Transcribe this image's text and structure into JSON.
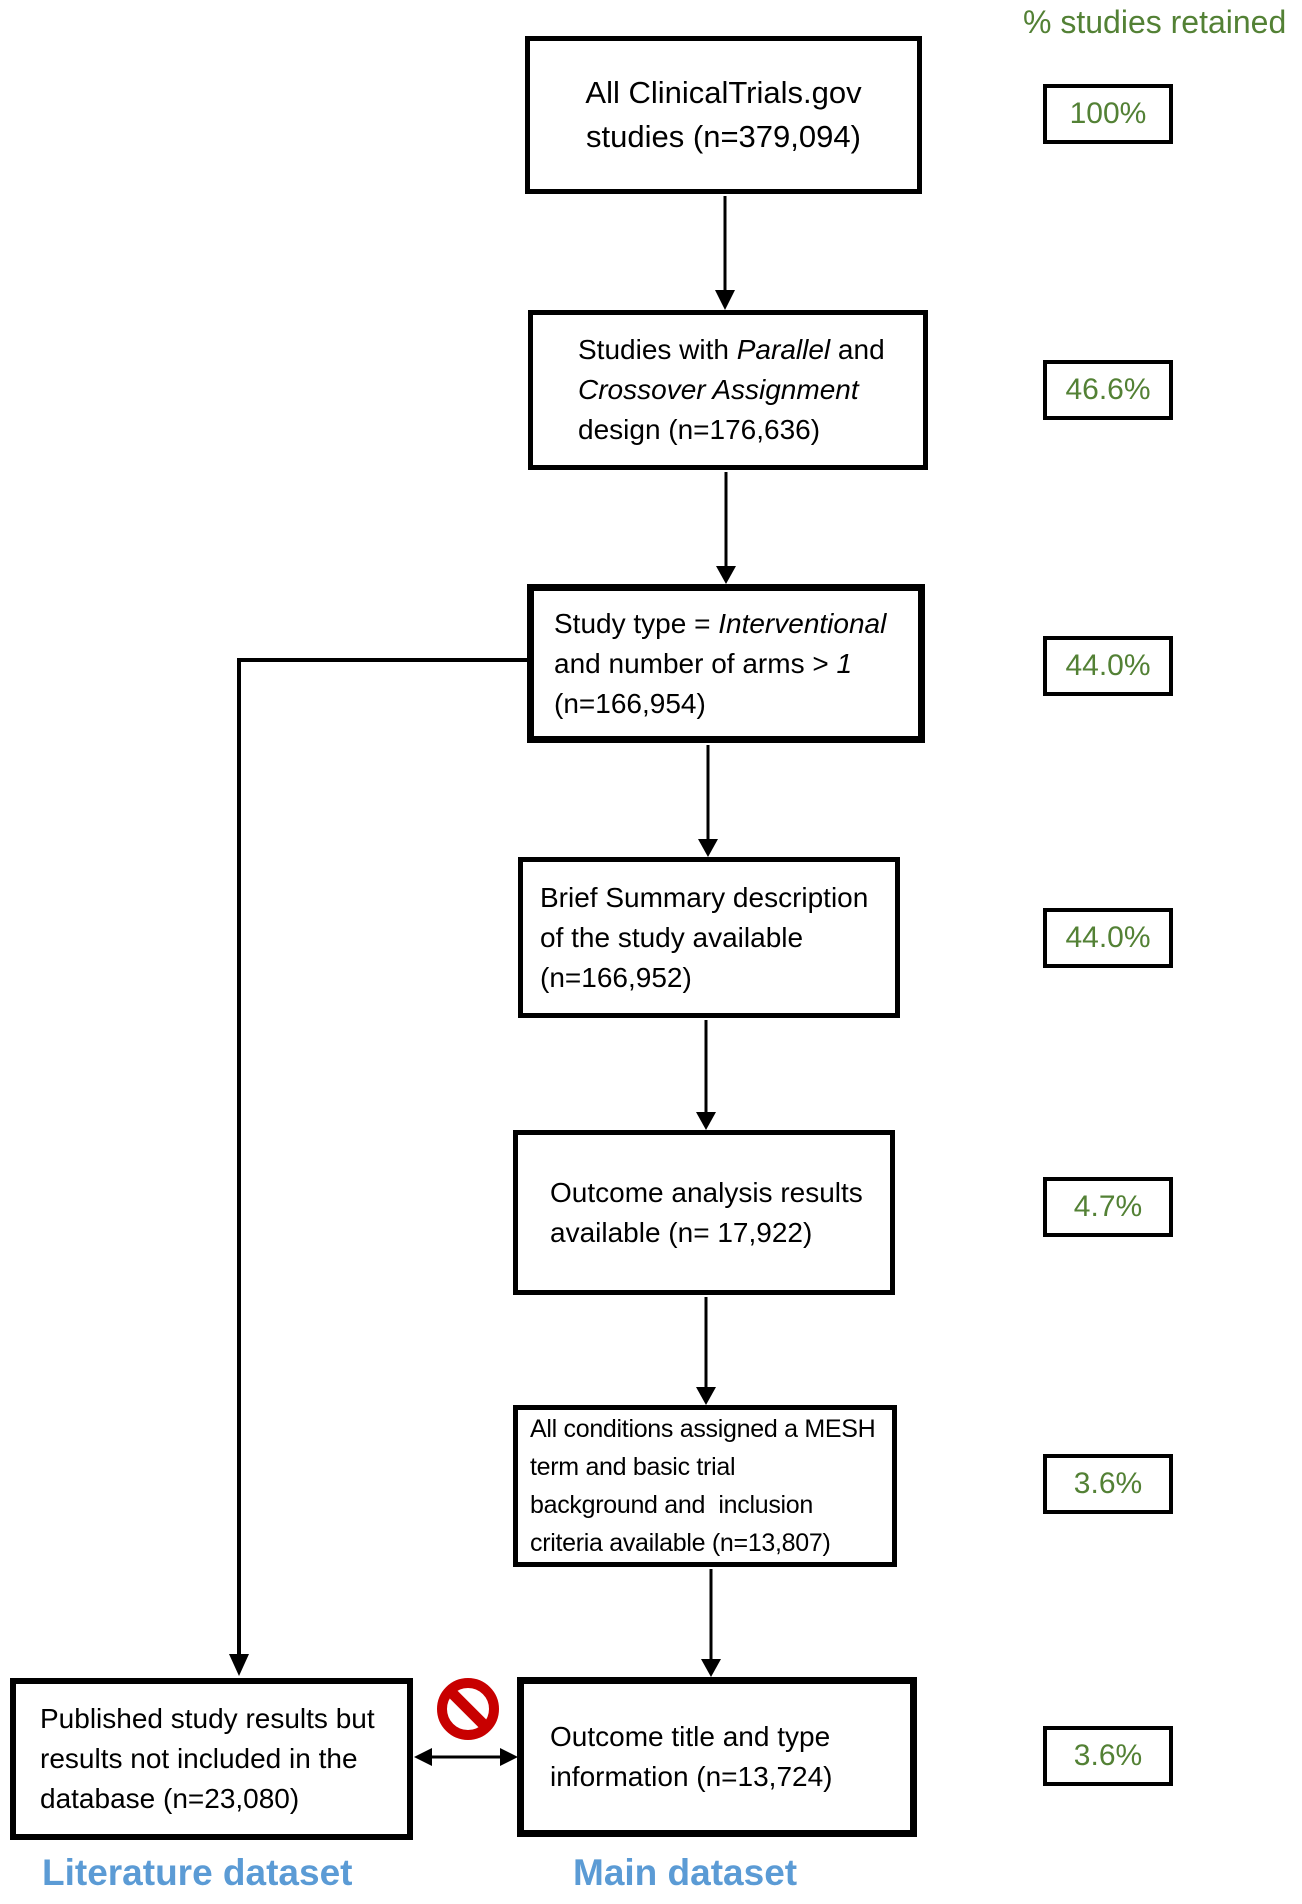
{
  "title": "% studies retained",
  "colors": {
    "green": "#538135",
    "blue": "#5b9bd5",
    "red": "#c80000",
    "line": "#000000"
  },
  "boxes": [
    {
      "name": "all-studies",
      "pct": "100%",
      "lines": [
        [
          "All ClinicalTrials.gov"
        ],
        [
          "studies (n=379,094)"
        ]
      ]
    },
    {
      "name": "design",
      "pct": "46.6%",
      "lines": [
        [
          "Studies with ",
          "Parallel",
          " and"
        ],
        [
          "Crossover Assignment"
        ],
        [
          "design (n=176,636)"
        ]
      ]
    },
    {
      "name": "interventional",
      "pct": "44.0%",
      "lines": [
        [
          "Study type = ",
          "Interventional"
        ],
        [
          "and number of arms > ",
          "1"
        ],
        [
          "(n=166,954)"
        ]
      ]
    },
    {
      "name": "brief-summary",
      "pct": "44.0%",
      "lines": [
        [
          "Brief Summary description"
        ],
        [
          "of the study available"
        ],
        [
          "(n=166,952)"
        ]
      ]
    },
    {
      "name": "outcome-analysis",
      "pct": "4.7%",
      "lines": [
        [
          "Outcome analysis results"
        ],
        [
          "available (n= 17,922)"
        ]
      ]
    },
    {
      "name": "mesh-terms",
      "pct": "3.6%",
      "lines": [
        [
          "All conditions assigned a MESH"
        ],
        [
          "term and basic trial"
        ],
        [
          "background and  inclusion"
        ],
        [
          "criteria available (n=13,807)"
        ]
      ]
    },
    {
      "name": "outcome-title",
      "pct": "3.6%",
      "lines": [
        [
          "Outcome title and type"
        ],
        [
          "information (n=13,724)"
        ]
      ]
    }
  ],
  "literature_box": {
    "lines": [
      [
        "Published study results but"
      ],
      [
        "results not included in the"
      ],
      [
        "database (n=23,080)"
      ]
    ]
  },
  "labels": {
    "literature": "Literature dataset",
    "main": "Main dataset"
  }
}
